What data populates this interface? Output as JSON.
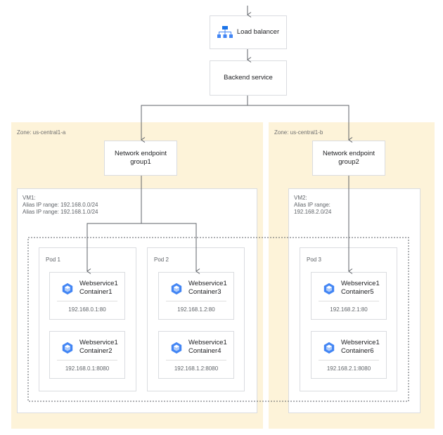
{
  "load_balancer": {
    "label": "Load balancer",
    "icon": "load-balancer-icon"
  },
  "backend_service": {
    "label": "Backend service"
  },
  "zones": [
    {
      "label": "Zone: us-central1-a",
      "neg": {
        "line1": "Network endpoint",
        "line2": "group1"
      },
      "vm": {
        "line1": "VM1:",
        "line2": "Alias IP range: 192.168.0.0/24",
        "line3": "Alias IP range: 192.168.1.0/24"
      }
    },
    {
      "label": "Zone: us-central1-b",
      "neg": {
        "line1": "Network endpoint",
        "line2": "group2"
      },
      "vm": {
        "line1": "VM2:",
        "line2": "Alias IP range:",
        "line3": "192.168.2.0/24"
      }
    }
  ],
  "pods": [
    {
      "label": "Pod 1",
      "containers": [
        {
          "service": "Webservice1",
          "name": "Container1",
          "ip": "192.168.0.1:80"
        },
        {
          "service": "Webservice1",
          "name": "Container2",
          "ip": "192.168.0.1:8080"
        }
      ]
    },
    {
      "label": "Pod 2",
      "containers": [
        {
          "service": "Webservice1",
          "name": "Container3",
          "ip": "192.168.1.2:80"
        },
        {
          "service": "Webservice1",
          "name": "Container4",
          "ip": "192.168.1.2:8080"
        }
      ]
    },
    {
      "label": "Pod 3",
      "containers": [
        {
          "service": "Webservice1",
          "name": "Container5",
          "ip": "192.168.2.1:80"
        },
        {
          "service": "Webservice1",
          "name": "Container6",
          "ip": "192.168.2.1:8080"
        }
      ]
    }
  ],
  "colors": {
    "zone_bg": "#fdf3d9",
    "icon_blue": "#4285f4",
    "icon_dark": "#1a73e8",
    "arrow": "#5f6368"
  }
}
